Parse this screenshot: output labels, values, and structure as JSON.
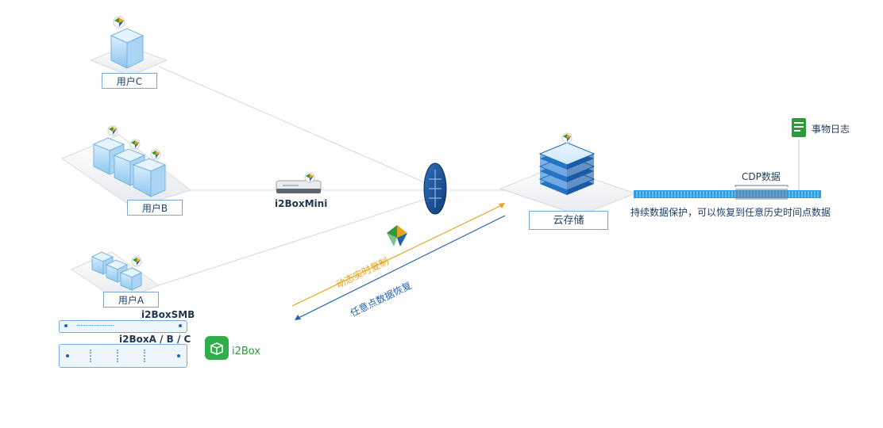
{
  "users": {
    "c": "用户C",
    "b": "用户B",
    "a": "用户A"
  },
  "devices": {
    "mini": "i2BoxMini",
    "smb": "i2BoxSMB",
    "abc": "i2BoxA / B / C",
    "app": "i2Box"
  },
  "cloud": {
    "label": "云存储"
  },
  "flows": {
    "backup": "动态实时复制",
    "restore": "任意点数据恢复"
  },
  "cdp": {
    "label": "CDP数据",
    "event_log": "事物日志",
    "caption": "持续数据保护，可以恢复到任意历史时间点数据"
  },
  "colors": {
    "primary_blue": "#1f63a8",
    "light_blue": "#bfe0f7",
    "orange": "#e8a41a",
    "green": "#2e9a3a"
  }
}
